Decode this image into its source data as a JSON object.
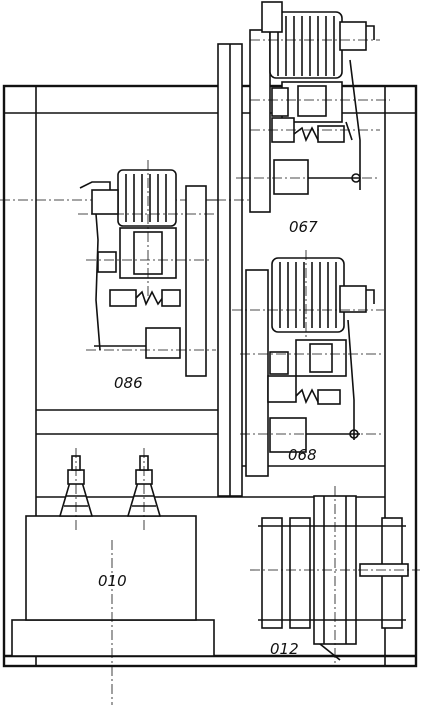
{
  "labels": {
    "relay_top": "067",
    "relay_left": "086",
    "relay_mid": "068",
    "transformer": "010",
    "resistors": "012"
  }
}
